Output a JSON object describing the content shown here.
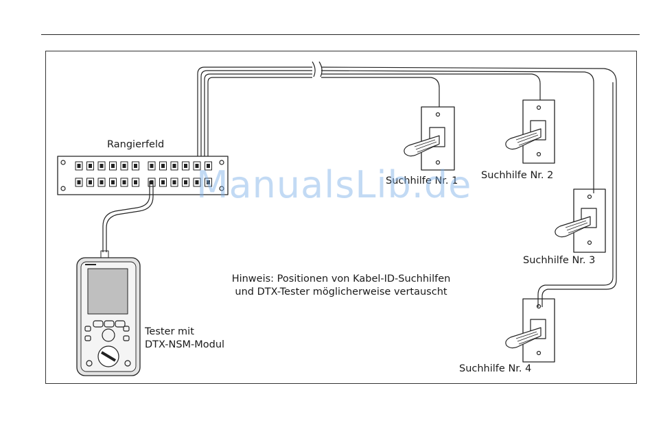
{
  "labels": {
    "patch_panel": "Rangierfeld",
    "probe_1": "Suchhilfe Nr. 1",
    "probe_2": "Suchhilfe Nr. 2",
    "probe_3": "Suchhilfe Nr. 3",
    "probe_4": "Suchhilfe Nr. 4",
    "tester_line1": "Tester mit",
    "tester_line2": "DTX-NSM-Modul"
  },
  "note": {
    "line1": "Hinweis: Positionen von Kabel-ID-Suchhilfen",
    "line2": "und DTX-Tester möglicherweise vertauscht"
  },
  "watermark": "ManualsLib.de",
  "colors": {
    "line": "#222222",
    "watermark": "#7aaee8",
    "screen": "#bfbfbf",
    "tester_body": "#e4e4e4"
  }
}
